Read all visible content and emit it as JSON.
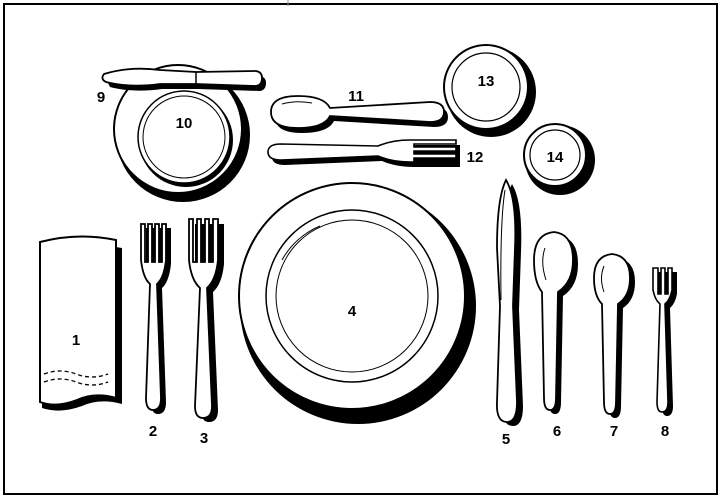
{
  "labels": {
    "napkin": "1",
    "salad_fork": "2",
    "dinner_fork": "3",
    "dinner_plate": "4",
    "dinner_knife": "5",
    "soup_spoon": "6",
    "teaspoon": "7",
    "oyster_fork": "8",
    "butter_knife": "9",
    "bread_plate": "10",
    "dessert_spoon": "11",
    "dessert_fork": "12",
    "glass_a": "13",
    "glass_b": "14"
  },
  "colors": {
    "ink": "#000000",
    "paper": "#ffffff"
  }
}
